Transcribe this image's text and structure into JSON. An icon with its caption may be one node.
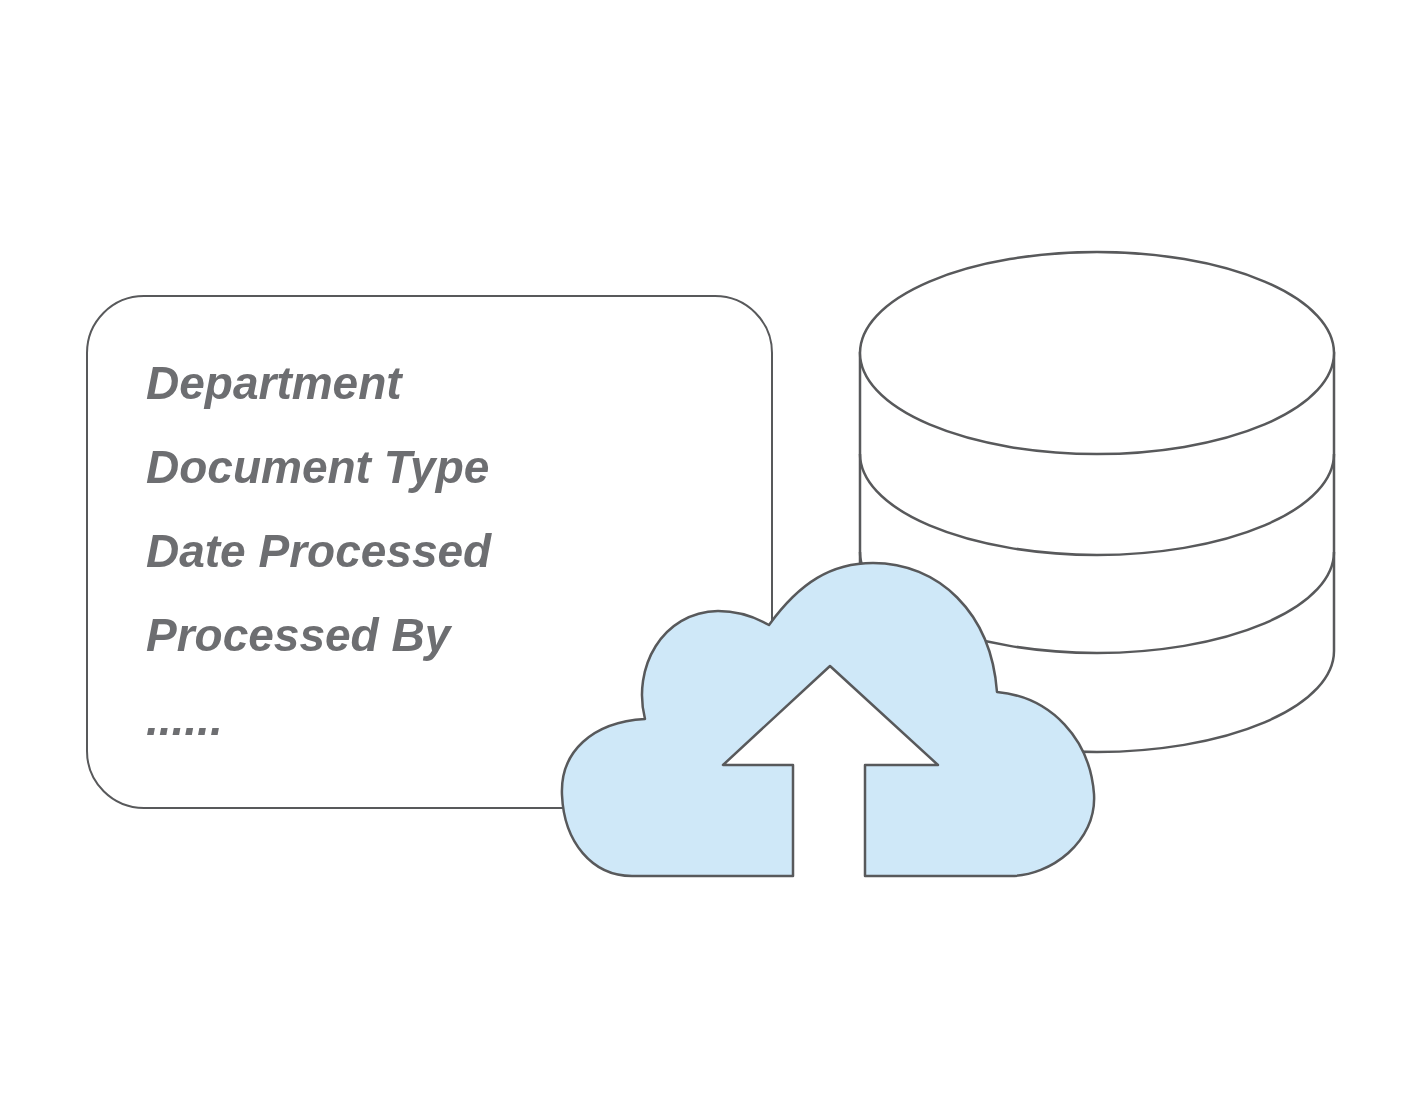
{
  "diagram": {
    "nodes": [
      {
        "text": [
          "Department",
          "Document Type",
          "Date Processed",
          "Processed By",
          "......"
        ]
      },
      {
        "text": [],
        "shape": "cylinder"
      },
      {
        "text": [],
        "shape": "cloud"
      }
    ]
  }
}
